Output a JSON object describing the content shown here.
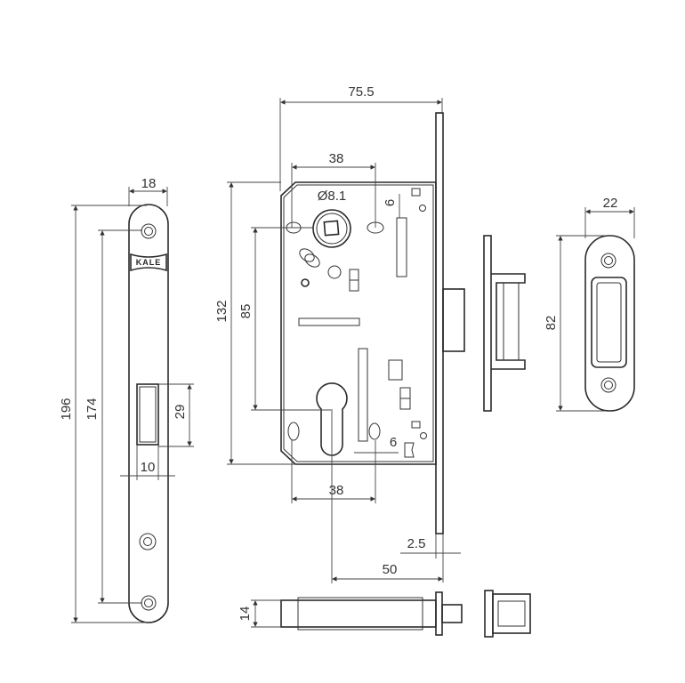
{
  "drawing": {
    "logo_text": "KALE",
    "dimensions": {
      "body_width": "75.5",
      "spindle_hole_spacing": "38",
      "spindle_diameter": "Ø8.1",
      "top_slot_offset": "6",
      "body_height": "132",
      "centre_distance": "85",
      "cylinder_hole_spacing": "38",
      "bottom_slot_offset": "6",
      "faceplate_thickness": "2.5",
      "backset": "50",
      "faceplate_width": "18",
      "faceplate_length": "196",
      "screw_distance": "174",
      "latch_slot_height": "29",
      "latch_slot_width": "10",
      "strike_width": "22",
      "strike_height": "82",
      "body_thickness": "14"
    }
  }
}
